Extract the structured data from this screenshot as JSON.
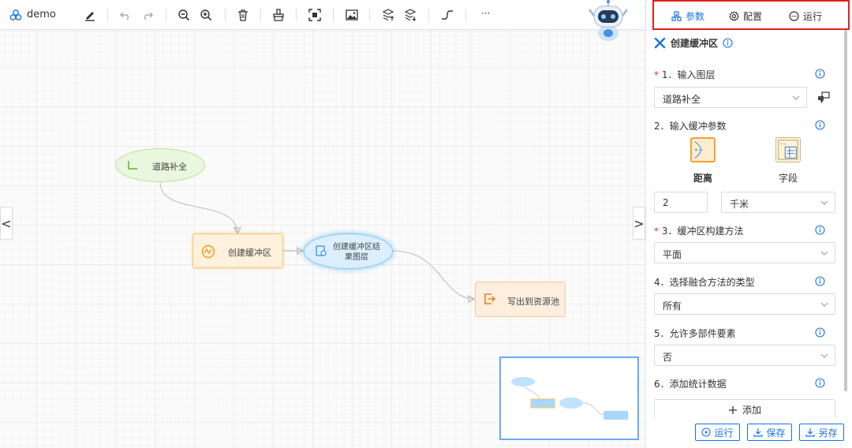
{
  "toolbar": {
    "title": "demo",
    "icons": [
      "logo-icon",
      "pen-icon",
      "undo-icon",
      "redo-icon",
      "zoom-out-icon",
      "zoom-in-icon",
      "delete-icon",
      "brush-icon",
      "fit-view-icon",
      "image-icon",
      "export-icon",
      "import-icon",
      "connector-icon",
      "more-icon"
    ],
    "more_label": "···"
  },
  "canvas": {
    "nodes": {
      "input": "道路补全",
      "tool": "创建缓冲区",
      "output": "创建缓冲区结果图层",
      "write": "写出到资源池"
    },
    "collapse_left": "<",
    "collapse_right": ">"
  },
  "panel": {
    "tabs": [
      {
        "label": "参数",
        "icon": "params-icon",
        "active": true
      },
      {
        "label": "配置",
        "icon": "gear-icon",
        "active": false
      },
      {
        "label": "运行",
        "icon": "run-chat-icon",
        "active": false
      }
    ],
    "header": "创建缓冲区",
    "fields": {
      "layer_label": "1．输入图层",
      "layer_value": "道路补全",
      "buffer_label": "2．输入缓冲参数",
      "opt_distance": "距离",
      "opt_field": "字段",
      "distance_value": "2",
      "unit_value": "千米",
      "method_label": "3．缓冲区构建方法",
      "method_value": "平面",
      "dissolve_label": "4．选择融合方法的类型",
      "dissolve_value": "所有",
      "multipart_label": "5．允许多部件要素",
      "multipart_value": "否",
      "stats_label": "6．添加统计数据",
      "add_label": "添加",
      "required_mark": "*"
    },
    "footer": {
      "run": "运行",
      "save": "保存",
      "save_as": "另存"
    }
  },
  "colors": {
    "accent": "#1a73e8",
    "highlight_border": "#e02020",
    "input_node": "#e8f7dd",
    "tool_node": "#fff1db",
    "output_node": "#dcefff",
    "write_node": "#fdeedd"
  }
}
